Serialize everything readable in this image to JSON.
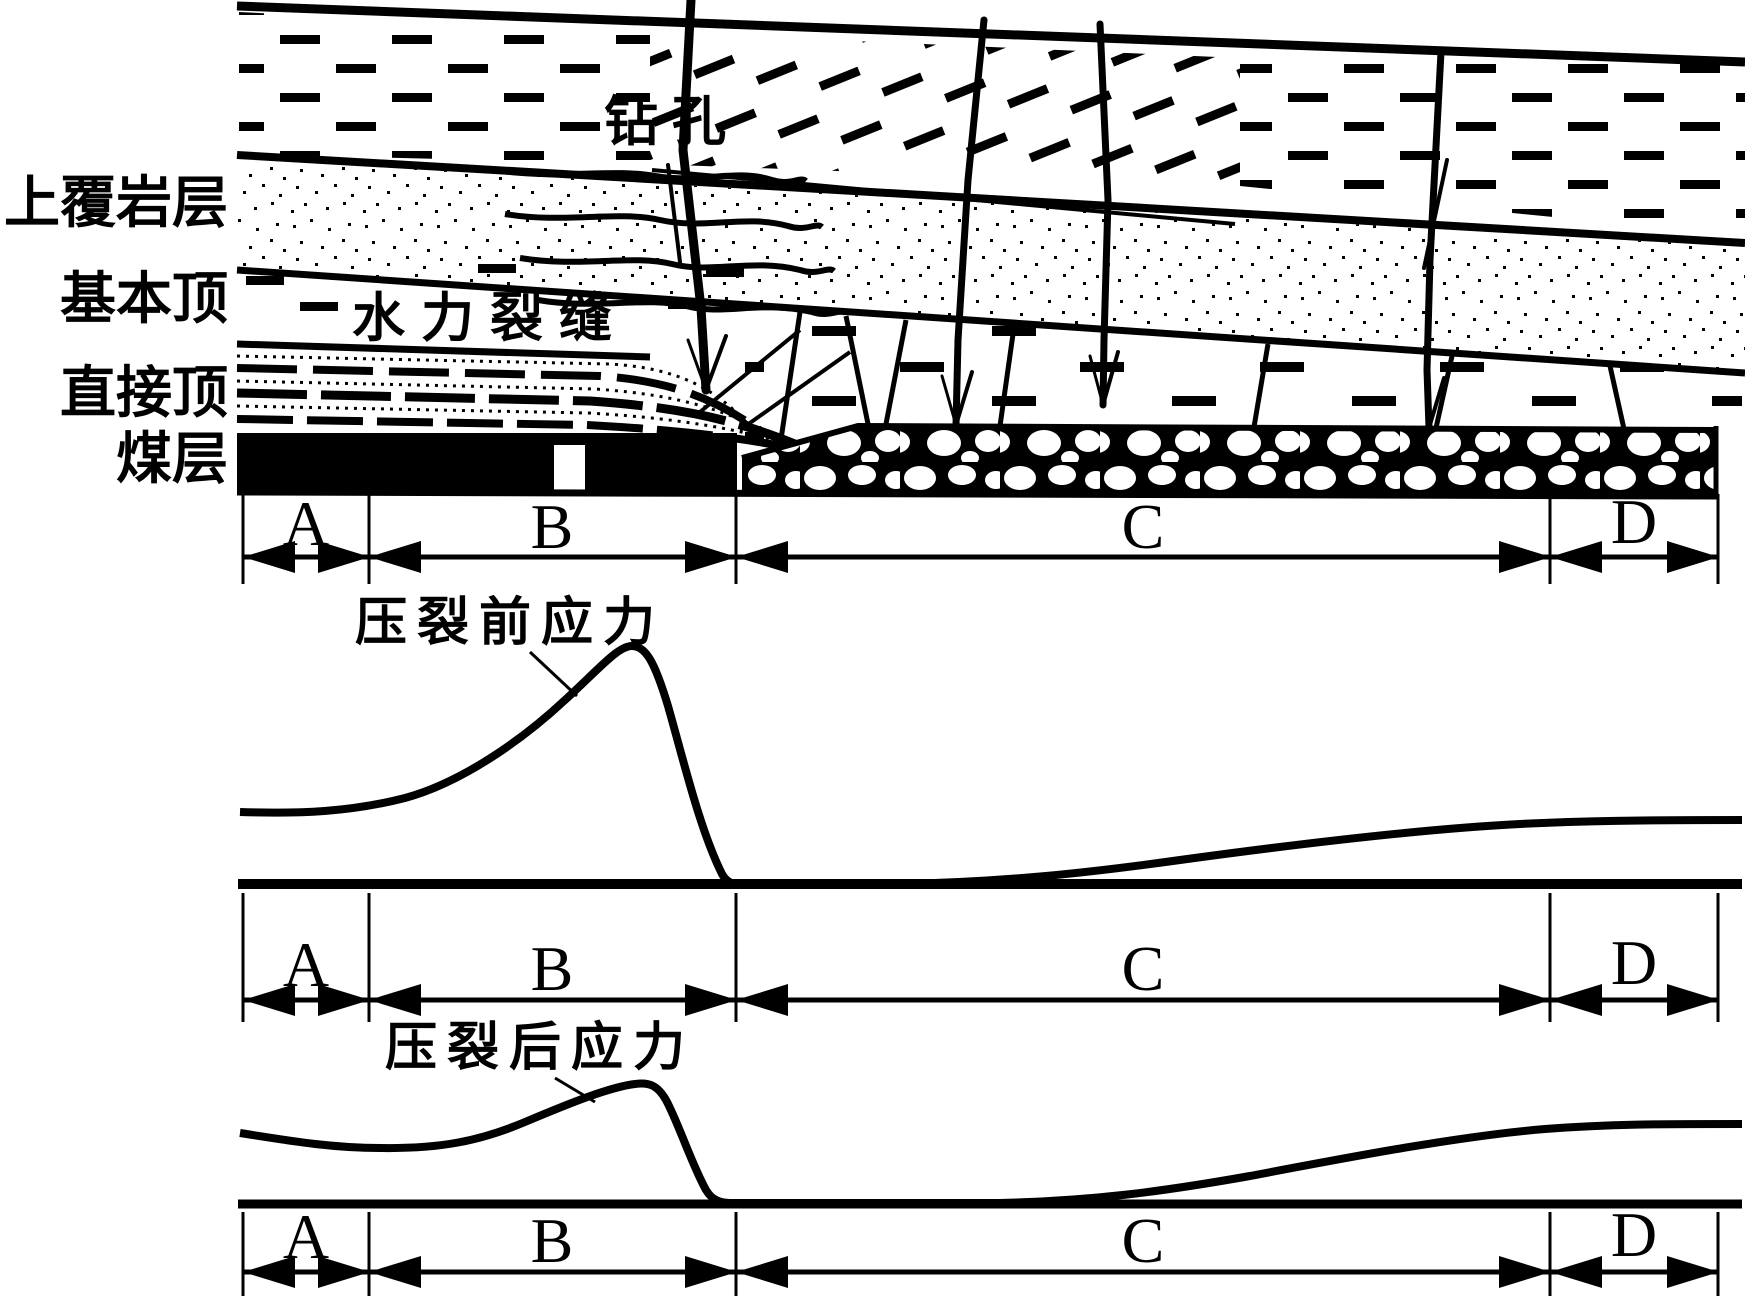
{
  "colors": {
    "ink": "#000000",
    "paper": "#ffffff"
  },
  "strata": {
    "overlying": "上覆岩层",
    "main_roof": "基本顶",
    "immediate_roof": "直接顶",
    "coal_seam": "煤层"
  },
  "callouts": {
    "borehole": "钻孔",
    "hydraulic_fracture": "水力裂缝"
  },
  "zones": [
    "A",
    "B",
    "C",
    "D"
  ],
  "stress_curves": {
    "before": "压裂前应力",
    "after": "压裂后应力"
  }
}
